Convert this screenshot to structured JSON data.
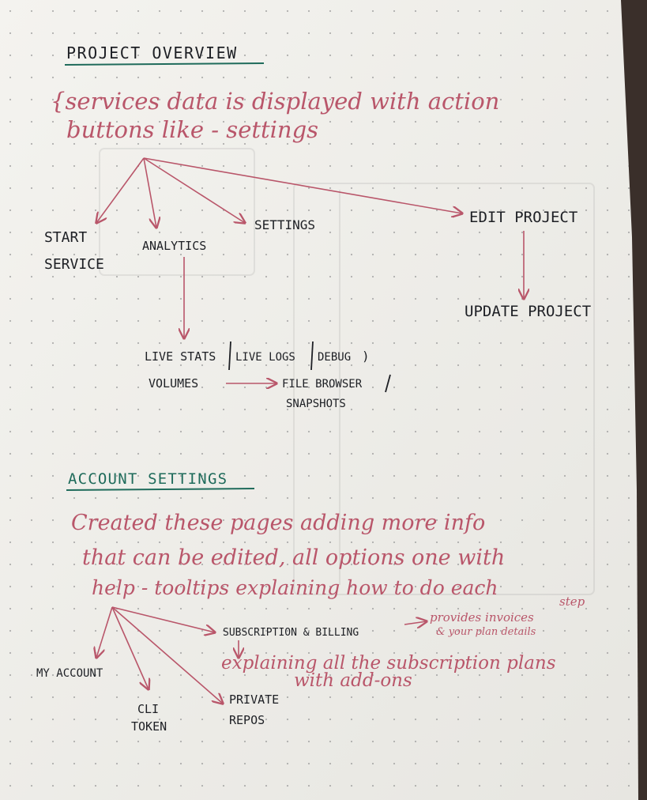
{
  "project_overview": {
    "heading": "PROJECT OVERVIEW",
    "note_line1": "{services data is displayed with action",
    "note_line2": "buttons like - settings",
    "nodes": {
      "start_service_1": "START",
      "start_service_2": "SERVICE",
      "analytics": "ANALYTICS",
      "settings": "SETTINGS",
      "edit_project": "EDIT PROJECT",
      "update_project": "UPDATE PROJECT",
      "live_stats": "LIVE STATS",
      "live_logs": "LIVE LOGS",
      "debug": "DEBUG",
      "volumes": "VOLUMES",
      "file_browser": "FILE BROWSER",
      "snapshots": "SNAPSHOTS"
    }
  },
  "account_settings": {
    "heading": "ACCOUNT SETTINGS",
    "note_line1": "Created these pages adding more info",
    "note_line2": "that can be edited, all options one with",
    "note_line3": "help - tooltips explaining how to do each",
    "note_step": "step",
    "nodes": {
      "subscription_billing": "SUBSCRIPTION & BILLING",
      "provides_1": "provides invoices",
      "provides_2": "& your plan details",
      "explaining_1": "explaining all the subscription plans",
      "explaining_2": "with add-ons",
      "my_account": "MY ACCOUNT",
      "cli_token_1": "CLI",
      "cli_token_2": "TOKEN",
      "private_repos_1": "PRIVATE",
      "private_repos_2": "REPOS"
    }
  },
  "colors": {
    "paper": "#f1f0ec",
    "pen_dark": "#1d1f24",
    "pen_red": "#b9566a",
    "pen_green": "#1f6b5b"
  }
}
